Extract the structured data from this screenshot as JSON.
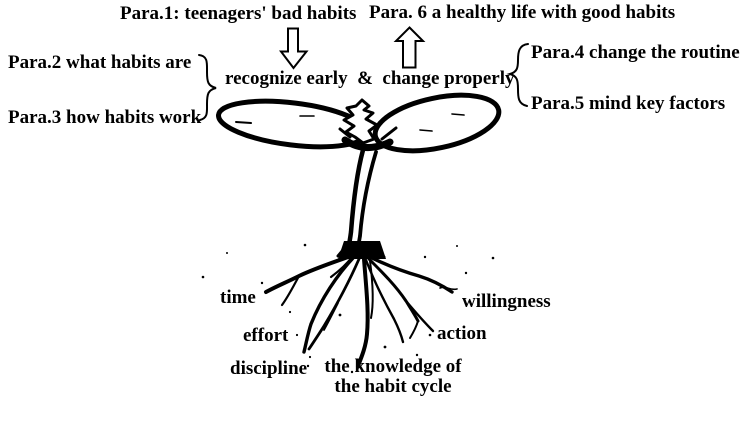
{
  "colors": {
    "ink": "#000000",
    "background": "#ffffff"
  },
  "top_row": {
    "para1": "Para.1: teenagers' bad habits",
    "para6": "Para. 6 a healthy life with good habits"
  },
  "left_group": {
    "para2": "Para.2 what habits are",
    "para3": "Para.3 how habits work"
  },
  "theme": "recognize early  &  change properly",
  "right_group": {
    "para4": "Para.4 change the routine",
    "para5": "Para.5 mind key factors"
  },
  "root_labels": {
    "time": "time",
    "willingness": "willingness",
    "effort": "effort",
    "action": "action",
    "discipline": "discipline",
    "knowledge_line1": "the knowledge of",
    "knowledge_line2": "the habit cycle"
  },
  "icons": {
    "down_arrow": "hollow-down-block-arrow",
    "up_arrow": "hollow-up-block-arrow",
    "left_brace": "right-pointing-curly-brace",
    "right_brace": "left-pointing-curly-brace",
    "seedling": "hand-drawn-seedling-with-roots"
  }
}
